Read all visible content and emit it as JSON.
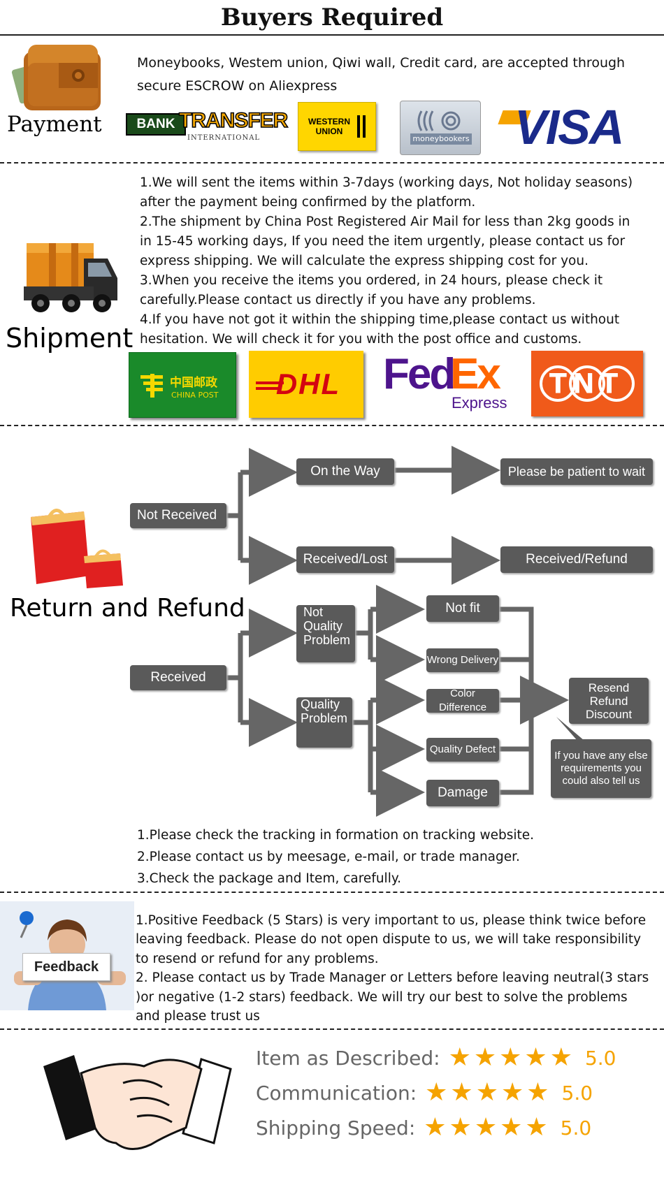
{
  "title": "Buyers Required",
  "payment": {
    "label": "Payment",
    "text": [
      "Moneybooks, Westem union, Qiwi wall, Credit card,  are accepted through",
      "secure ESCROW on Aliexpress"
    ],
    "logos": {
      "bank_a": "BANK",
      "bank_b": "TRANSFER",
      "bank_c": "INTERNATIONAL",
      "wu_a": "WESTERN",
      "wu_b": "UNION",
      "mb": "moneybookers",
      "visa": "VISA"
    }
  },
  "shipment": {
    "label": "Shipment",
    "text": [
      "1.We will sent the items within 3-7days (working days, Not holiday seasons)",
      "after the payment being confirmed by the platform.",
      "2.The shipment by China Post Registered Air Mail for less than  2kg goods in",
      "in 15-45 working days, If  you need the item urgently, please contact us for",
      "express shipping. We will calculate the express shipping cost for you.",
      "3.When you receive the items you ordered, in 24 hours, please check it",
      "carefully.Please contact us directly if you have any problems.",
      "4.If you have not got it within the shipping time,please contact us without",
      "hesitation. We will check it for you with the post office and customs."
    ],
    "logos": {
      "cp_cn": "中国邮政",
      "cp_en": "CHINA POST",
      "dhl": "DHL",
      "fedex_a": "Fed",
      "fedex_b": "Ex",
      "fedex_c": "Express",
      "tnt": "TNT"
    }
  },
  "refund": {
    "label": "Return and Refund",
    "boxes": {
      "not_received": "Not Received",
      "on_the_way": "On the Way",
      "be_patient": "Please be patient to wait",
      "received_lost": "Received/Lost",
      "received_refund": "Received/Refund",
      "received": "Received",
      "not_quality": [
        "Not",
        "Quality",
        "Problem"
      ],
      "quality": [
        "Quality",
        "Problem"
      ],
      "not_fit": "Not fit",
      "wrong_delivery": "Wrong Delivery",
      "color_difference": "Color Difference",
      "quality_defect": "Quality Defect",
      "damage": "Damage",
      "resend": [
        "Resend",
        "Refund",
        "Discount"
      ],
      "else": [
        "If you have any else",
        "requirements you",
        "could also tell us"
      ]
    },
    "notes": [
      "1.Please check the tracking in formation on tracking website.",
      "2.Please contact us by meesage, e-mail, or trade manager.",
      "3.Check the package and Item, carefully."
    ]
  },
  "feedback": {
    "label": "Feedback",
    "text": [
      "1.Positive Feedback (5 Stars) is very important to us, please think twice before",
      "leaving feedback. Please do not open dispute to us, we will take responsibility",
      "to resend or refund for any problems.",
      "2. Please contact us by Trade Manager or Letters before leaving neutral(3 stars",
      ")or negative (1-2 stars) feedback. We will try our best to solve the problems",
      "and please trust us"
    ]
  },
  "ratings": [
    {
      "label": "Item as Described:",
      "stars": 5,
      "score": "5.0"
    },
    {
      "label": "Communication:",
      "stars": 5,
      "score": "5.0"
    },
    {
      "label": "Shipping Speed:",
      "stars": 5,
      "score": "5.0"
    }
  ],
  "colors": {
    "flow_box": "#5a5a5a",
    "star": "#f5a300",
    "visa_blue": "#1a2a8a",
    "fedex_purple": "#4d148c",
    "fedex_orange": "#ff6600",
    "tnt_orange": "#f05a1a",
    "china_post_green": "#1a8a2a",
    "dhl_yellow": "#ffcc00",
    "dhl_red": "#d40511"
  }
}
